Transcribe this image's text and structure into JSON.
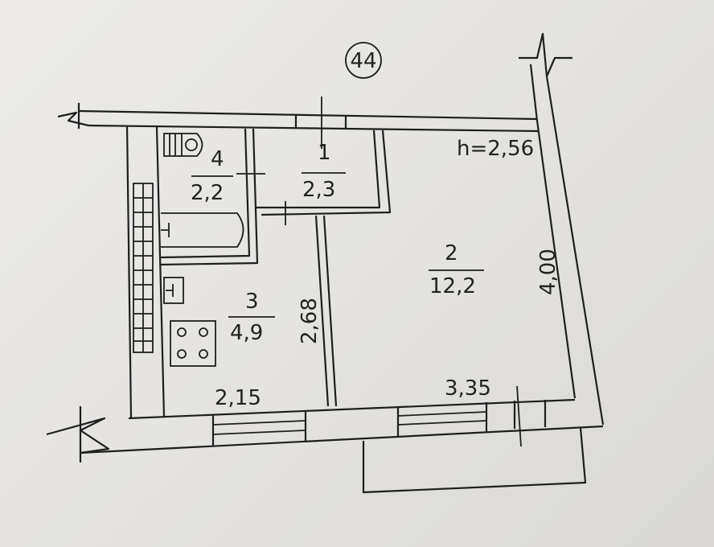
{
  "plan": {
    "apartment_number": "44",
    "ceiling_height": "h=2,56",
    "rooms": [
      {
        "number": "1",
        "area": "2,3"
      },
      {
        "number": "2",
        "area": "12,2"
      },
      {
        "number": "3",
        "area": "4,9"
      },
      {
        "number": "4",
        "area": "2,2"
      }
    ],
    "dimensions": {
      "room2_depth": "4,00",
      "kitchen_depth": "2,68",
      "kitchen_width": "2,15",
      "room2_width": "3,35"
    }
  }
}
